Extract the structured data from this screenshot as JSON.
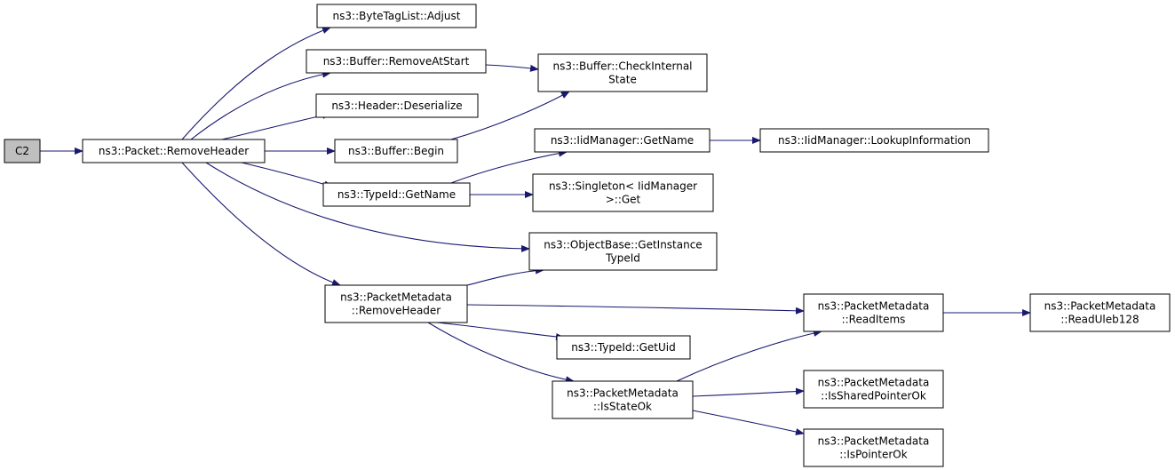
{
  "diagram": {
    "type": "call-graph",
    "colors": {
      "edge": "#191970",
      "node_fill": "#ffffff",
      "root_fill": "#bfbfbf",
      "border": "#000000"
    },
    "nodes": [
      {
        "id": "c2",
        "lines": [
          "C2"
        ],
        "root": true
      },
      {
        "id": "packet-removeheader",
        "lines": [
          "ns3::Packet::RemoveHeader"
        ]
      },
      {
        "id": "bytetaglist-adjust",
        "lines": [
          "ns3::ByteTagList::Adjust"
        ]
      },
      {
        "id": "buffer-removeatstart",
        "lines": [
          "ns3::Buffer::RemoveAtStart"
        ]
      },
      {
        "id": "header-deserialize",
        "lines": [
          "ns3::Header::Deserialize"
        ]
      },
      {
        "id": "buffer-begin",
        "lines": [
          "ns3::Buffer::Begin"
        ]
      },
      {
        "id": "typeid-getname",
        "lines": [
          "ns3::TypeId::GetName"
        ]
      },
      {
        "id": "packetmetadata-removeheader",
        "lines": [
          "ns3::PacketMetadata",
          "::RemoveHeader"
        ]
      },
      {
        "id": "buffer-checkinternalstate",
        "lines": [
          "ns3::Buffer::CheckInternal",
          "State"
        ]
      },
      {
        "id": "iidmanager-getname",
        "lines": [
          "ns3::IidManager::GetName"
        ]
      },
      {
        "id": "singleton-get",
        "lines": [
          "ns3::Singleton< IidManager",
          ">::Get"
        ]
      },
      {
        "id": "objectbase-getinstancetypeid",
        "lines": [
          "ns3::ObjectBase::GetInstance",
          "TypeId"
        ]
      },
      {
        "id": "typeid-getuid",
        "lines": [
          "ns3::TypeId::GetUid"
        ]
      },
      {
        "id": "packetmetadata-isstateok",
        "lines": [
          "ns3::PacketMetadata",
          "::IsStateOk"
        ]
      },
      {
        "id": "iidmanager-lookupinformation",
        "lines": [
          "ns3::IidManager::LookupInformation"
        ]
      },
      {
        "id": "packetmetadata-readitems",
        "lines": [
          "ns3::PacketMetadata",
          "::ReadItems"
        ]
      },
      {
        "id": "packetmetadata-issharedpointerok",
        "lines": [
          "ns3::PacketMetadata",
          "::IsSharedPointerOk"
        ]
      },
      {
        "id": "packetmetadata-ispointerok",
        "lines": [
          "ns3::PacketMetadata",
          "::IsPointerOk"
        ]
      },
      {
        "id": "packetmetadata-readuleb128",
        "lines": [
          "ns3::PacketMetadata",
          "::ReadUleb128"
        ]
      }
    ],
    "edges": [
      {
        "from": "c2",
        "to": "packet-removeheader"
      },
      {
        "from": "packet-removeheader",
        "to": "bytetaglist-adjust"
      },
      {
        "from": "packet-removeheader",
        "to": "buffer-removeatstart"
      },
      {
        "from": "packet-removeheader",
        "to": "header-deserialize"
      },
      {
        "from": "packet-removeheader",
        "to": "buffer-begin"
      },
      {
        "from": "packet-removeheader",
        "to": "typeid-getname"
      },
      {
        "from": "packet-removeheader",
        "to": "objectbase-getinstancetypeid"
      },
      {
        "from": "packet-removeheader",
        "to": "packetmetadata-removeheader"
      },
      {
        "from": "buffer-removeatstart",
        "to": "buffer-checkinternalstate"
      },
      {
        "from": "buffer-begin",
        "to": "buffer-checkinternalstate"
      },
      {
        "from": "typeid-getname",
        "to": "iidmanager-getname"
      },
      {
        "from": "typeid-getname",
        "to": "singleton-get"
      },
      {
        "from": "iidmanager-getname",
        "to": "iidmanager-lookupinformation"
      },
      {
        "from": "packetmetadata-removeheader",
        "to": "objectbase-getinstancetypeid"
      },
      {
        "from": "packetmetadata-removeheader",
        "to": "packetmetadata-readitems"
      },
      {
        "from": "packetmetadata-removeheader",
        "to": "typeid-getuid"
      },
      {
        "from": "packetmetadata-removeheader",
        "to": "packetmetadata-isstateok"
      },
      {
        "from": "packetmetadata-isstateok",
        "to": "packetmetadata-readitems"
      },
      {
        "from": "packetmetadata-isstateok",
        "to": "packetmetadata-issharedpointerok"
      },
      {
        "from": "packetmetadata-isstateok",
        "to": "packetmetadata-ispointerok"
      },
      {
        "from": "packetmetadata-readitems",
        "to": "packetmetadata-readuleb128"
      }
    ]
  }
}
